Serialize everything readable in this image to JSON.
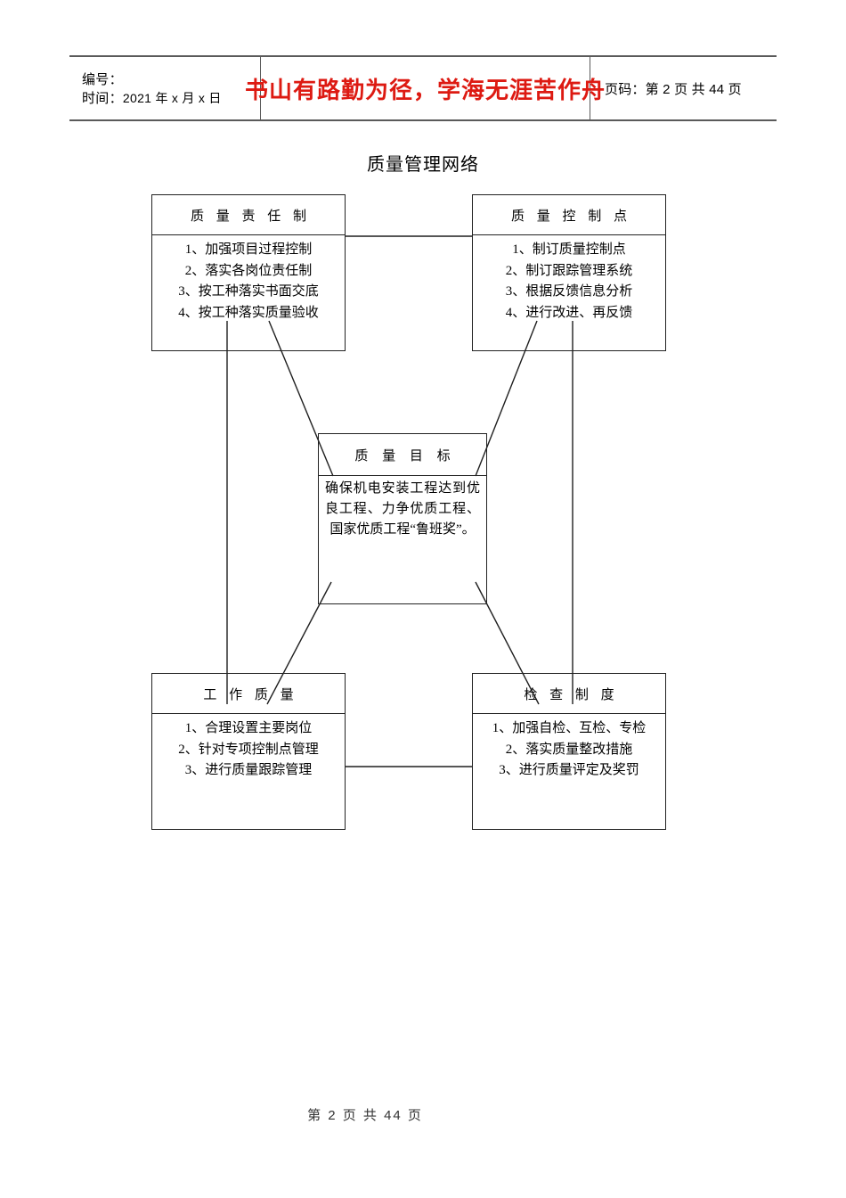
{
  "header": {
    "left_cell": {
      "line1_label": "编号：",
      "line2_label": "时间：",
      "line2_value": "2021 年 x 月 x 日"
    },
    "banner": {
      "text": "书山有路勤为径，学海无涯苦作舟",
      "color": "#DD1A12"
    },
    "right_cell": {
      "text": "页码：第 2 页  共 44 页"
    }
  },
  "diagram": {
    "title": "质量管理网络",
    "nodes": {
      "responsibility": {
        "title": "质 量 责 任 制",
        "items": [
          "1、加强项目过程控制",
          "2、落实各岗位责任制",
          "3、按工种落实书面交底",
          "4、按工种落实质量验收"
        ]
      },
      "control_point": {
        "title": "质 量 控 制 点",
        "items": [
          "1、制订质量控制点",
          "2、制订跟踪管理系统",
          "3、根据反馈信息分析",
          "4、进行改进、再反馈"
        ]
      },
      "goal": {
        "title": "质 量 目 标",
        "text": "确保机电安装工程达到优良工程、力争优质工程、国家优质工程“鲁班奖”。"
      },
      "work_quality": {
        "title": "工 作 质 量",
        "items": [
          "1、合理设置主要岗位",
          "2、针对专项控制点管理",
          "3、进行质量跟踪管理"
        ]
      },
      "inspection": {
        "title": "检 查 制 度",
        "items": [
          "1、加强自检、互检、专检",
          "2、落实质量整改措施",
          "3、进行质量评定及奖罚"
        ]
      }
    }
  },
  "footer": {
    "text": "第 2 页  共 44 页"
  }
}
